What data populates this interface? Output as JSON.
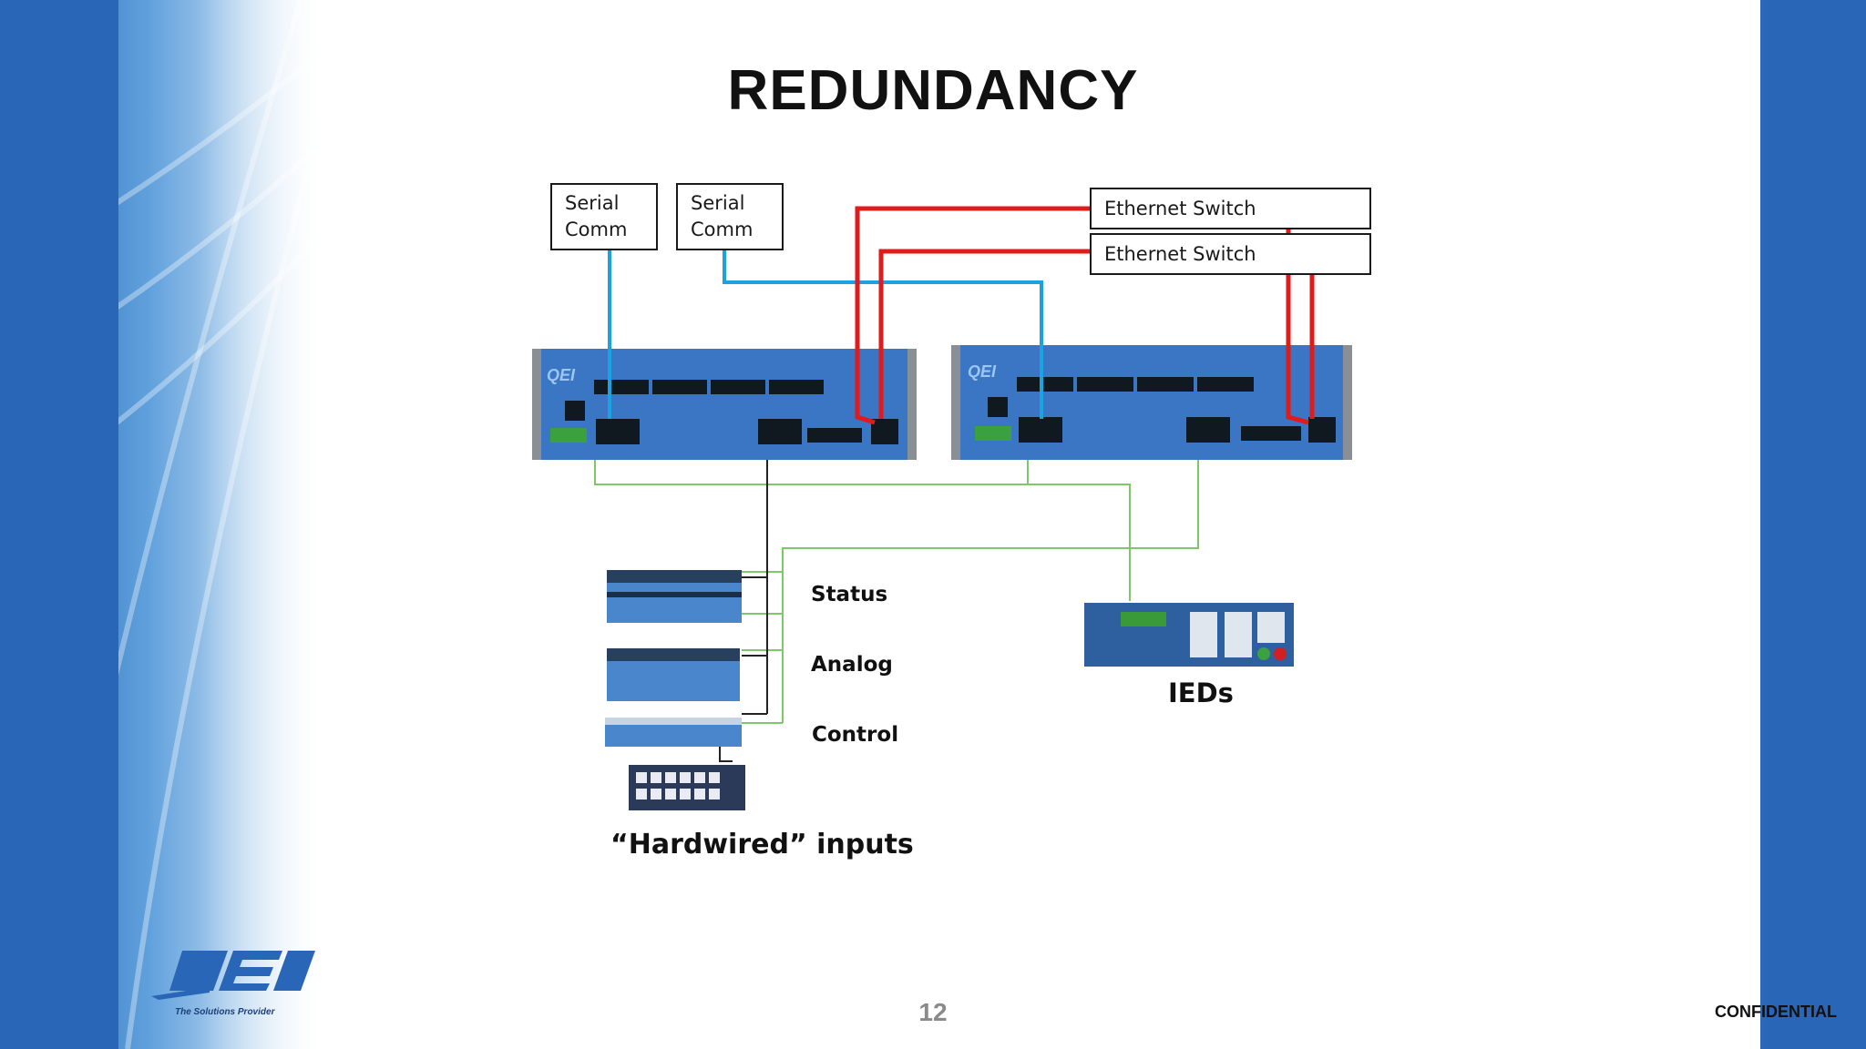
{
  "slide": {
    "title": "REDUNDANCY",
    "page_number": "12",
    "confidential": "CONFIDENTIAL",
    "logo_tagline": "The Solutions Provider"
  },
  "nodes": {
    "serial_comm_1": {
      "line1": "Serial",
      "line2": "Comm"
    },
    "serial_comm_2": {
      "line1": "Serial",
      "line2": "Comm"
    },
    "ethernet_switch_1": "Ethernet Switch",
    "ethernet_switch_2": "Ethernet Switch",
    "status": "Status",
    "analog": "Analog",
    "control": "Control",
    "hardwired": "“Hardwired” inputs",
    "ieds": "IEDs"
  },
  "colors": {
    "serial_link": "#1aa3e0",
    "ethernet_link": "#e01b1b",
    "io_link": "#7ec86a",
    "hardwire_link": "#222222",
    "rtu_panel": "#3a76c4",
    "background_blue": "#2a66b8"
  }
}
